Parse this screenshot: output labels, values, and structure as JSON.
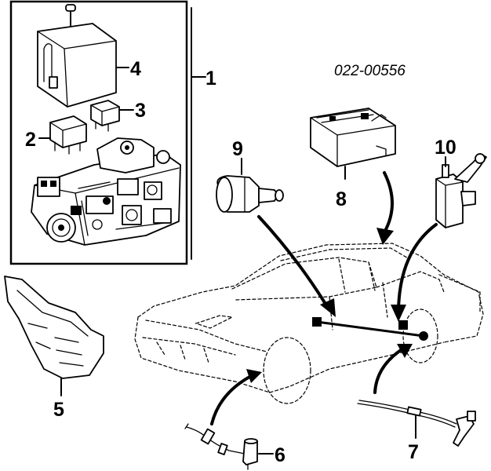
{
  "diagram": {
    "part_code": "022-00556",
    "callouts": [
      {
        "id": "1",
        "label": "1"
      },
      {
        "id": "2",
        "label": "2"
      },
      {
        "id": "3",
        "label": "3"
      },
      {
        "id": "4",
        "label": "4"
      },
      {
        "id": "5",
        "label": "5"
      },
      {
        "id": "6",
        "label": "6"
      },
      {
        "id": "7",
        "label": "7"
      },
      {
        "id": "8",
        "label": "8"
      },
      {
        "id": "9",
        "label": "9"
      },
      {
        "id": "10",
        "label": "10"
      }
    ]
  }
}
